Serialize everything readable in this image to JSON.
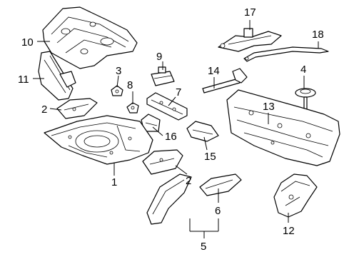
{
  "diagram": {
    "callouts": [
      {
        "id": "c1",
        "label": "1"
      },
      {
        "id": "c2a",
        "label": "2"
      },
      {
        "id": "c2b",
        "label": "2"
      },
      {
        "id": "c3",
        "label": "3"
      },
      {
        "id": "c4",
        "label": "4"
      },
      {
        "id": "c5",
        "label": "5"
      },
      {
        "id": "c6",
        "label": "6"
      },
      {
        "id": "c7",
        "label": "7"
      },
      {
        "id": "c8",
        "label": "8"
      },
      {
        "id": "c9",
        "label": "9"
      },
      {
        "id": "c10",
        "label": "10"
      },
      {
        "id": "c11",
        "label": "11"
      },
      {
        "id": "c12",
        "label": "12"
      },
      {
        "id": "c13",
        "label": "13"
      },
      {
        "id": "c14",
        "label": "14"
      },
      {
        "id": "c15",
        "label": "15"
      },
      {
        "id": "c16",
        "label": "16"
      },
      {
        "id": "c17",
        "label": "17"
      },
      {
        "id": "c18",
        "label": "18"
      }
    ]
  }
}
